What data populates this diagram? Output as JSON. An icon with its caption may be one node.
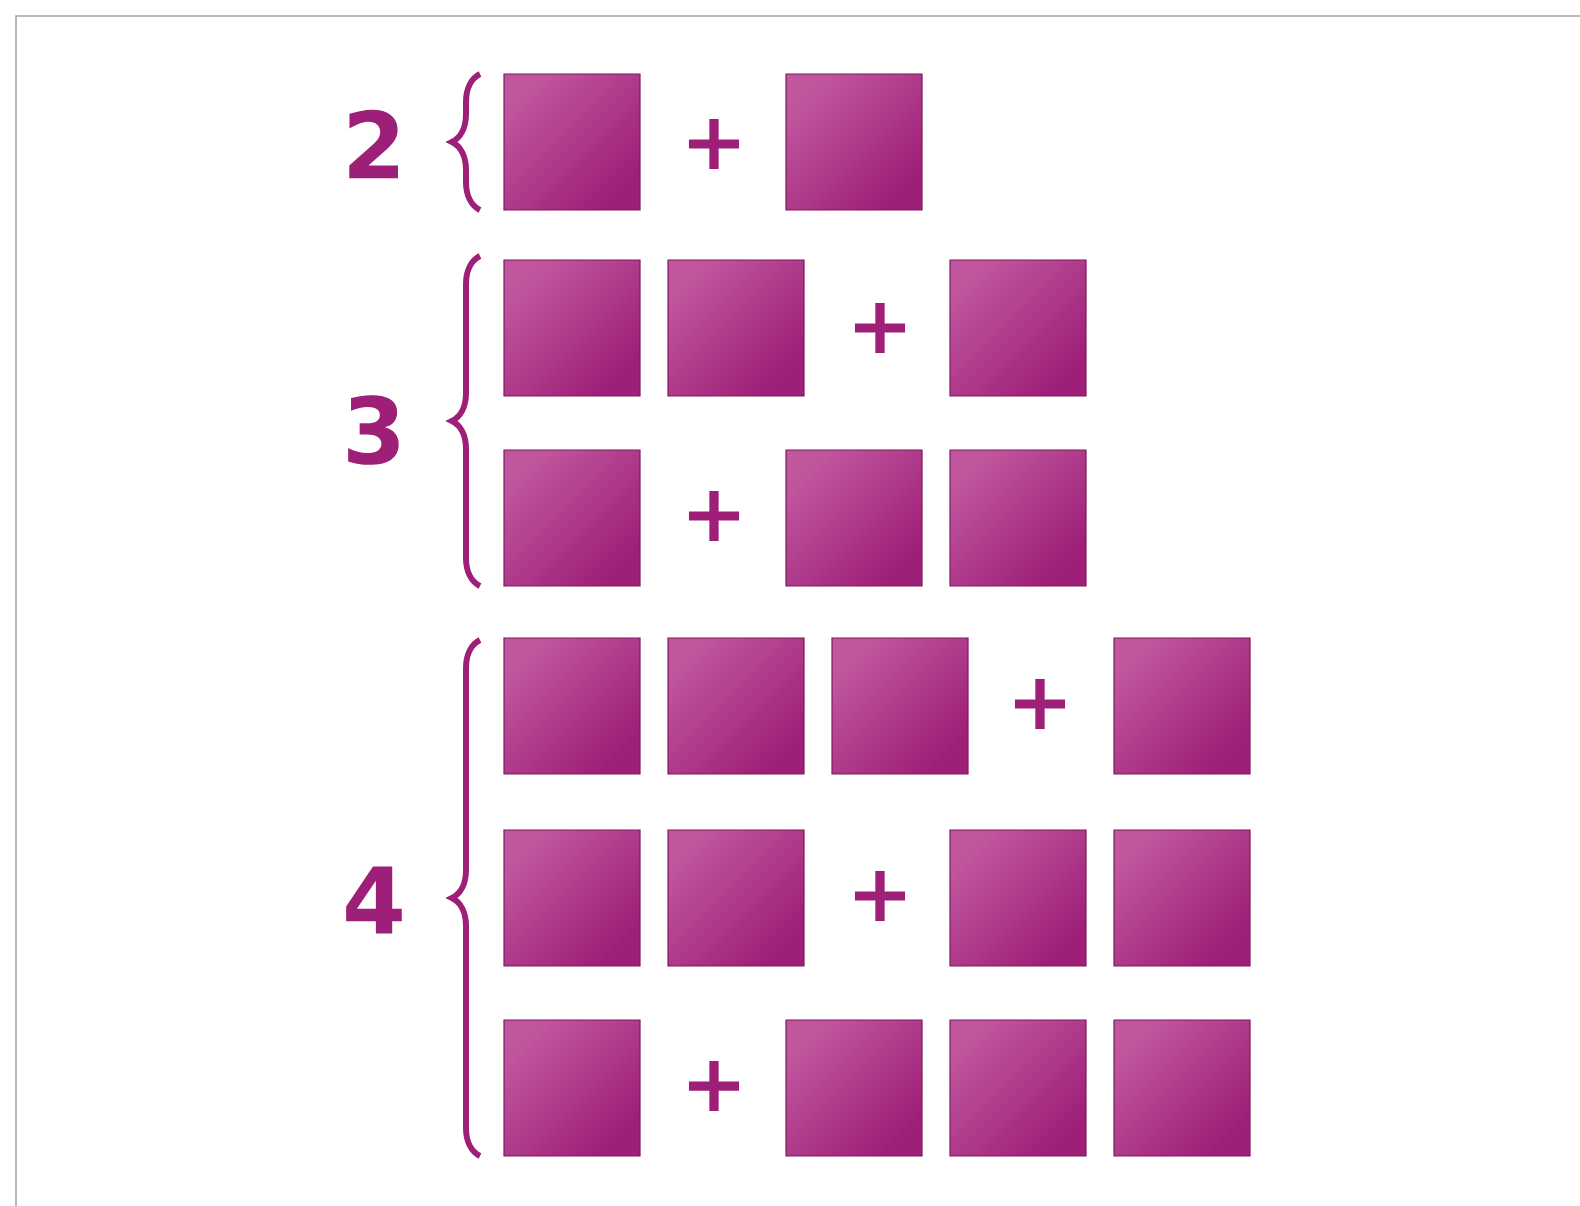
{
  "diagram": {
    "labels": [
      "2",
      "+",
      "3",
      "+",
      "+",
      "4",
      "+",
      "+",
      "+"
    ]
  }
}
